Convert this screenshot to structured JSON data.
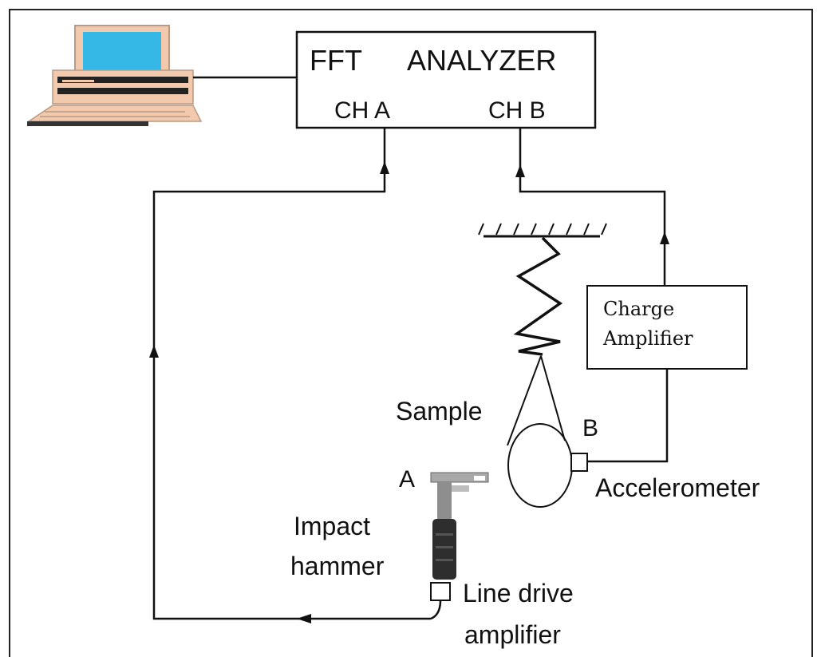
{
  "analyzer": {
    "title": "FFT ANALYZER",
    "title_part1": "FFT",
    "title_part2": "ANALYZER",
    "channel_a": "CH A",
    "channel_b": "CH B"
  },
  "charge_amplifier": {
    "line1": "Charge",
    "line2": "Amplifier"
  },
  "sample": {
    "label": "Sample"
  },
  "points": {
    "a": "A",
    "b": "B"
  },
  "accelerometer": {
    "label": "Accelerometer"
  },
  "hammer": {
    "line1": "Impact",
    "line2": "hammer"
  },
  "line_drive": {
    "line1": "Line drive",
    "line2": "amplifier"
  },
  "colors": {
    "monitor_screen": "#35b8e6",
    "computer_body": "#f2c9ad",
    "wire": "#111111"
  }
}
